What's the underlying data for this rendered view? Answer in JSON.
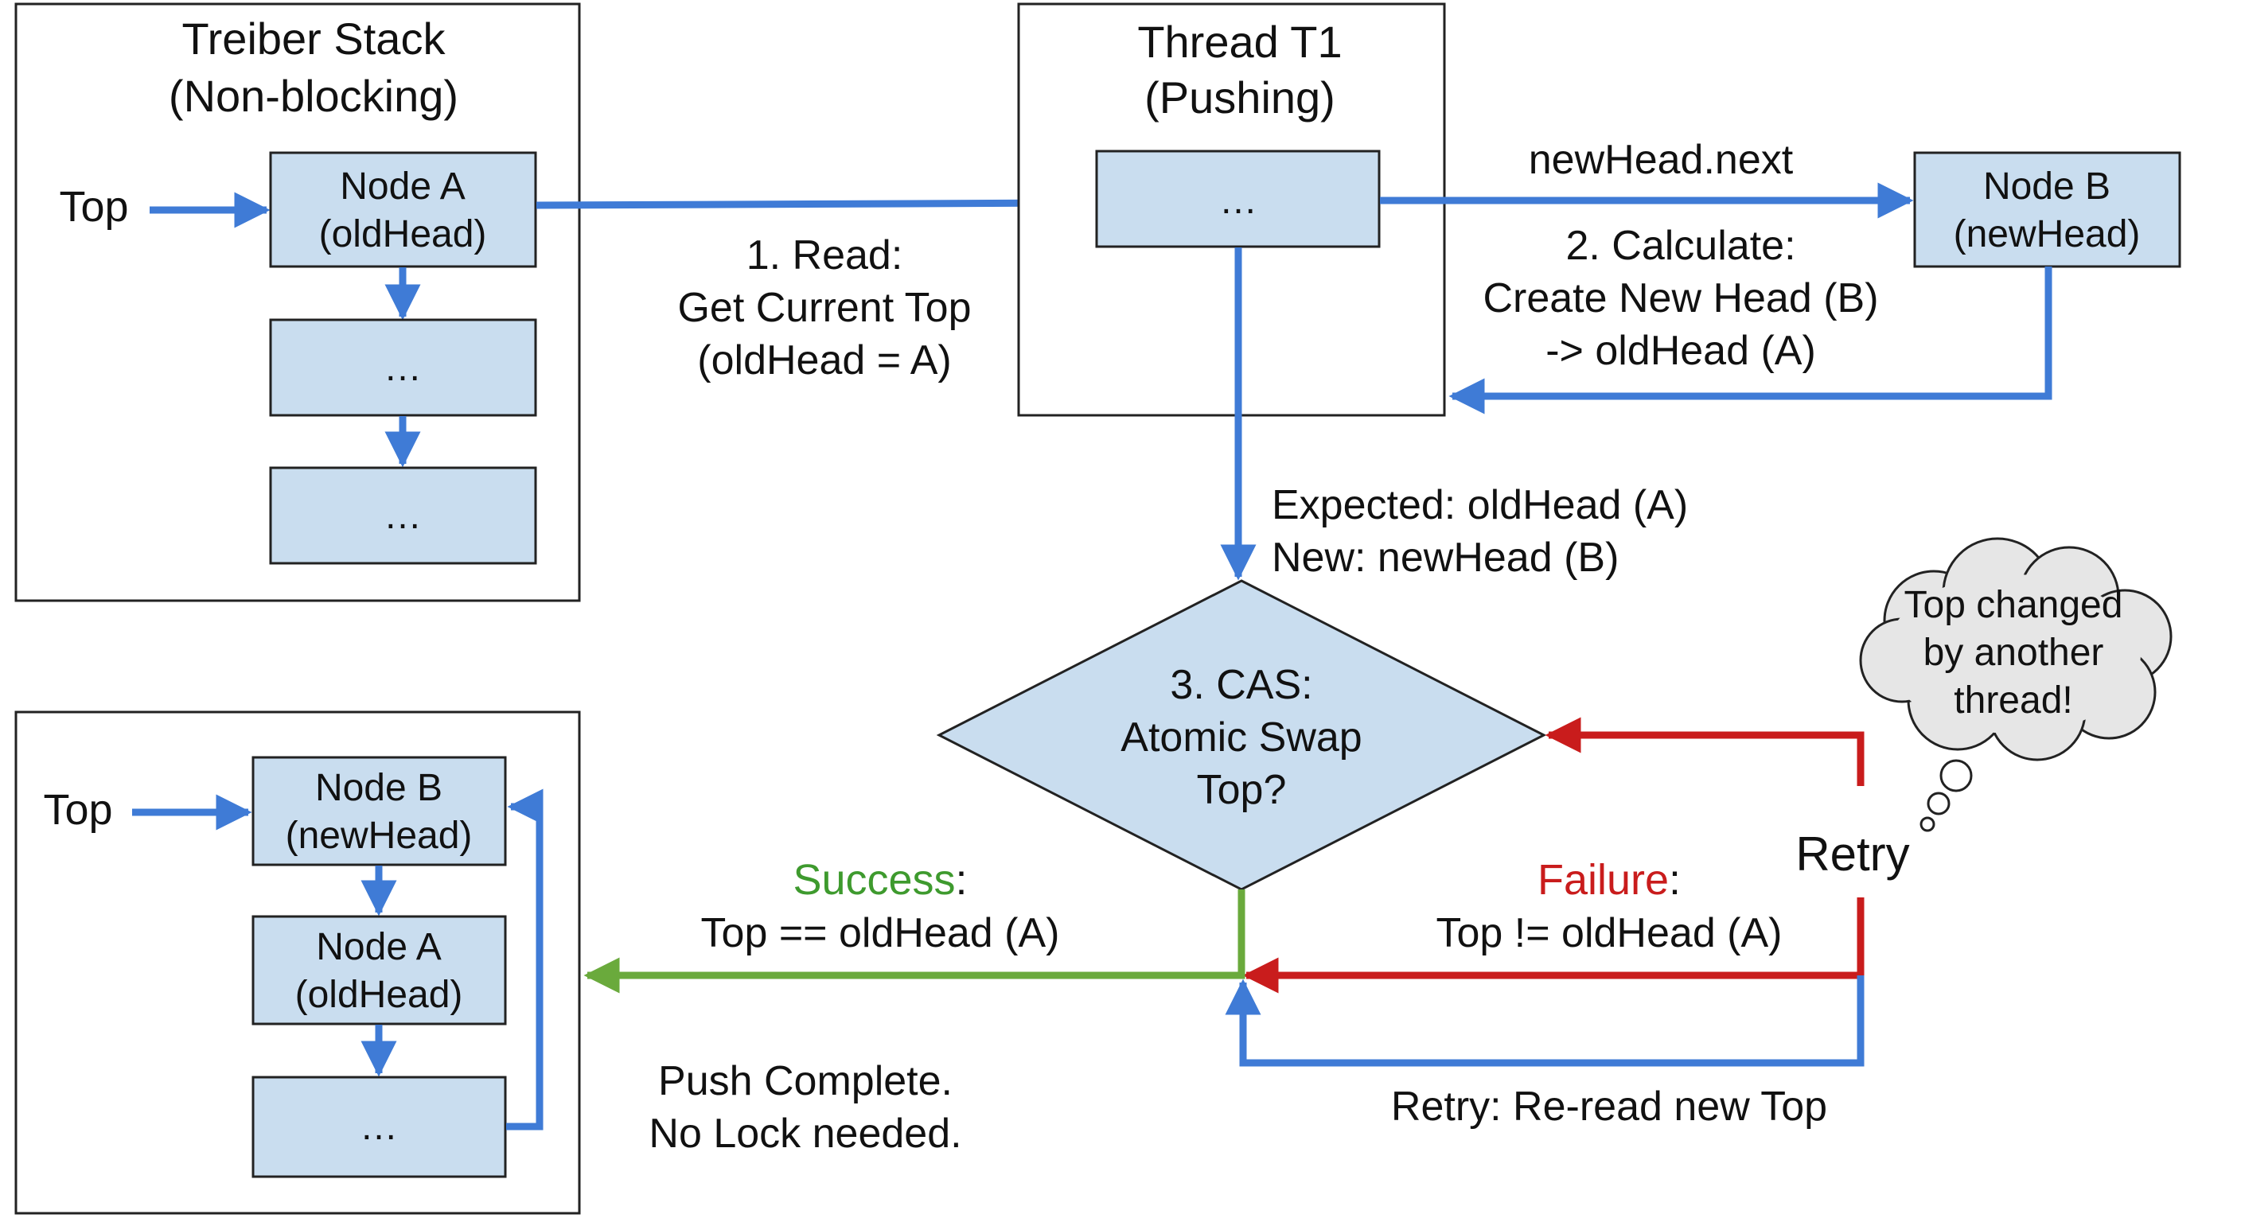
{
  "colors": {
    "box_fill": "#c9ddef",
    "box_stroke": "#222222",
    "blue_arrow": "#3f7bd6",
    "red_arrow": "#c91c1c",
    "green_arrow": "#6aaa3c",
    "text": "#111111",
    "success_text": "#3e9a2e",
    "failure_text": "#c91c1c"
  },
  "treiber_stack": {
    "title_line1": "Treiber Stack",
    "title_line2": "(Non-blocking)",
    "top_label": "Top",
    "node_a_line1": "Node A",
    "node_a_line2": "(oldHead)",
    "ellipsis_1": "…",
    "ellipsis_2": "…"
  },
  "thread": {
    "title_line1": "Thread T1",
    "title_line2": "(Pushing)",
    "inner_label": "…"
  },
  "node_b": {
    "line1": "Node B",
    "line2": "(newHead)"
  },
  "step1": {
    "line1": "1. Read:",
    "line2": "Get Current Top",
    "line3": "(oldHead = A)"
  },
  "step2": {
    "next_label": "newHead.next",
    "line1": "2. Calculate:",
    "line2": "Create New Head (B)",
    "line3": "-> oldHead (A)"
  },
  "cas_inputs": {
    "line1": "Expected: oldHead (A)",
    "line2": "New: newHead (B)"
  },
  "cas": {
    "line1": "3. CAS:",
    "line2": "Atomic Swap",
    "line3": "Top?"
  },
  "cloud": {
    "line1": "Top changed",
    "line2": "by another",
    "line3": "thread!"
  },
  "retry_label": "Retry",
  "success": {
    "word": "Success",
    "colon": ":",
    "line2": "Top == oldHead (A)"
  },
  "failure": {
    "word": "Failure",
    "colon": ":",
    "line2": "Top != oldHead (A)"
  },
  "retry_reread": "Retry: Re-read new Top",
  "result_stack": {
    "top_label": "Top",
    "node_b_line1": "Node B",
    "node_b_line2": "(newHead)",
    "node_a_line1": "Node A",
    "node_a_line2": "(oldHead)",
    "ellipsis": "…"
  },
  "push_complete": {
    "line1": "Push Complete.",
    "line2": "No Lock needed."
  }
}
